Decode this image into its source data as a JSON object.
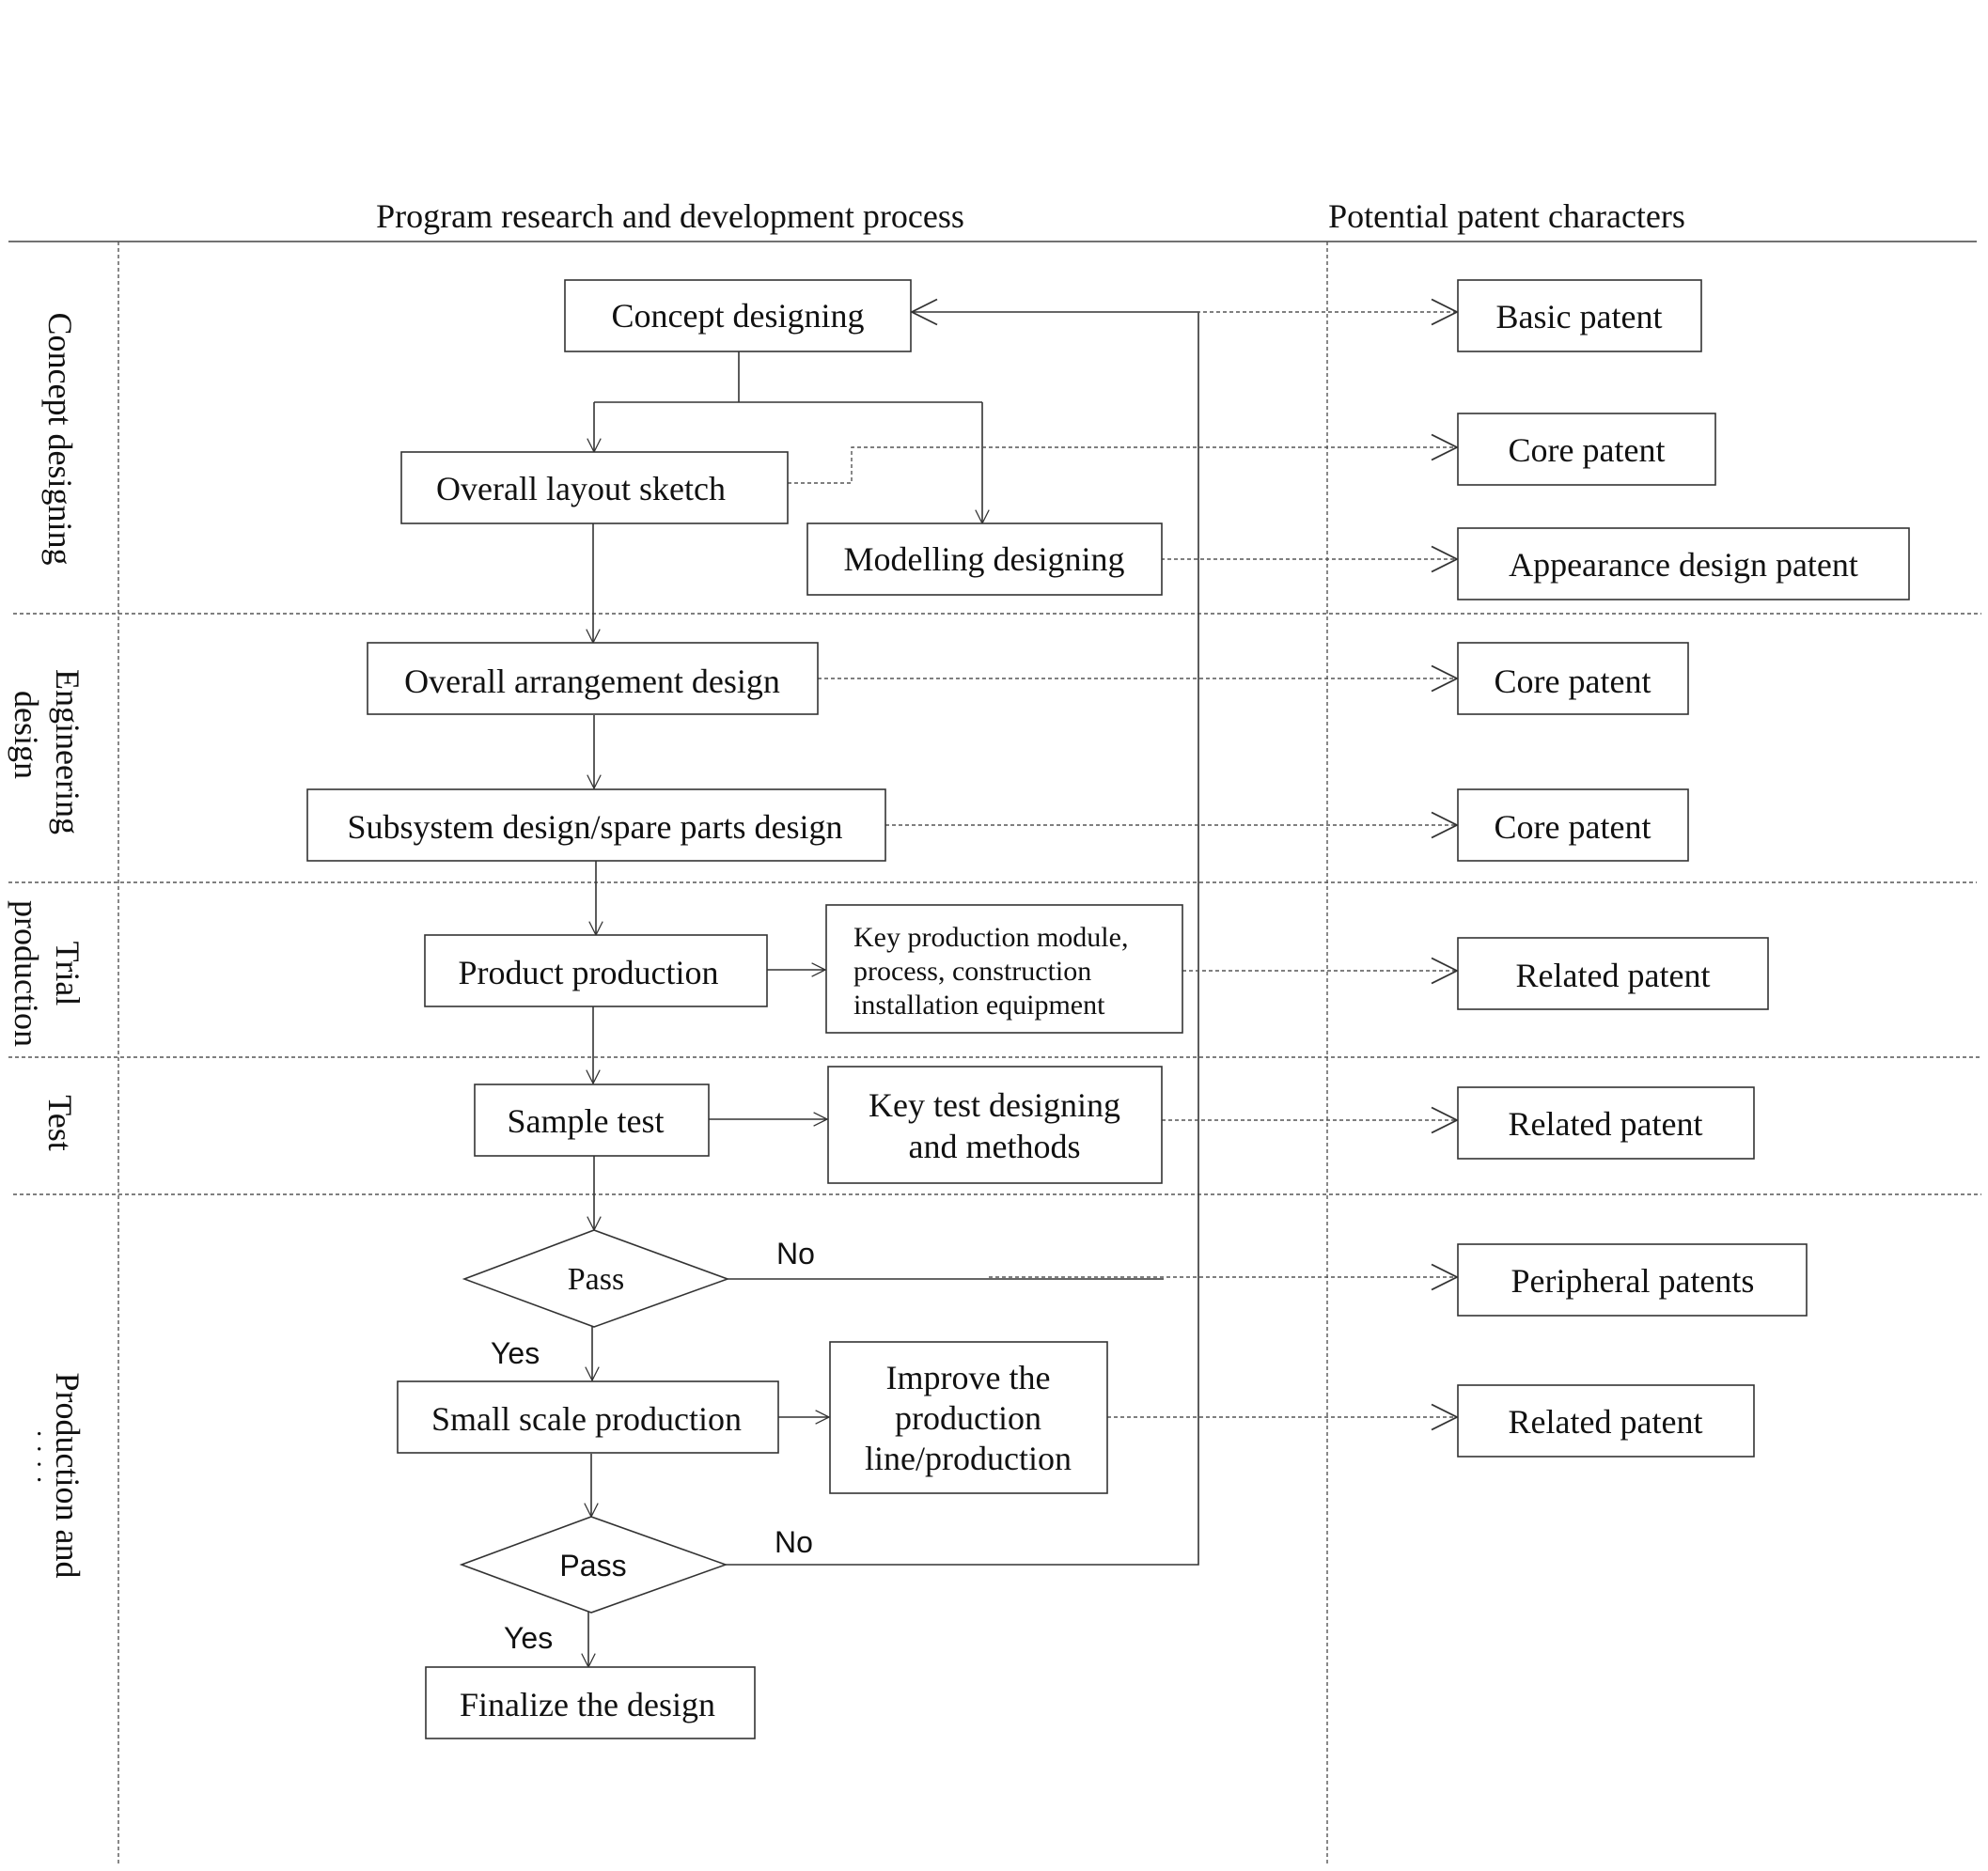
{
  "headers": {
    "process": "Program research and development process",
    "patents": "Potential patent characters"
  },
  "stages": {
    "concept": "Concept designing",
    "engineering_line1": "Engineering",
    "engineering_line2": "design",
    "trial_line1": "Trial",
    "trial_line2": "production",
    "test": "Test",
    "production_line1": "Production and",
    "production_line2": "· · · ·"
  },
  "process": {
    "concept_designing": "Concept designing",
    "overall_layout_sketch": "Overall layout sketch",
    "modelling_designing": "Modelling designing",
    "overall_arrangement_design": "Overall arrangement design",
    "subsystem_design": "Subsystem design/spare parts design",
    "product_production": "Product production",
    "key_production_line1": "Key production module,",
    "key_production_line2": "process, construction",
    "key_production_line3": "installation equipment",
    "sample_test": "Sample test",
    "key_test_line1": "Key test designing",
    "key_test_line2": "and methods",
    "pass_1": "Pass",
    "small_scale_production": "Small scale production",
    "improve_line1": "Improve the",
    "improve_line2": "production",
    "improve_line3": "line/production",
    "pass_2": "Pass",
    "finalize_design": "Finalize the design"
  },
  "edge_labels": {
    "no_1": "No",
    "yes_1": "Yes",
    "no_2": "No",
    "yes_2": "Yes"
  },
  "patents": {
    "basic": "Basic patent",
    "core_1": "Core patent",
    "appearance": "Appearance design patent",
    "core_2": "Core patent",
    "core_3": "Core patent",
    "related_1": "Related patent",
    "related_2": "Related patent",
    "peripheral": "Peripheral patents",
    "related_3": "Related patent"
  }
}
